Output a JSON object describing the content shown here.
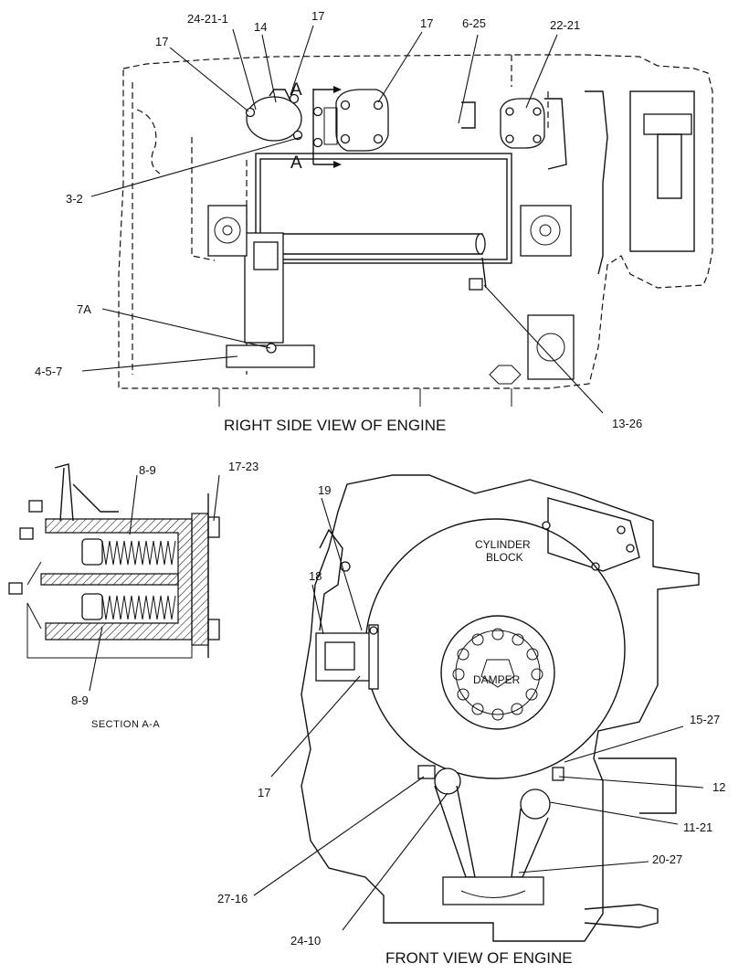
{
  "views": {
    "right_side": {
      "title": "RIGHT SIDE VIEW OF ENGINE"
    },
    "section": {
      "title": "SECTION A-A",
      "marker": "A"
    },
    "front": {
      "title": "FRONT VIEW OF ENGINE",
      "block_label_1": "CYLINDER",
      "block_label_2": "BLOCK",
      "damper_label": "DAMPER"
    }
  },
  "callouts": {
    "c_24_21_1": "24-21-1",
    "c_14": "14",
    "c_17_top_a": "17",
    "c_17_top_b": "17",
    "c_17_top_c": "17",
    "c_6_25": "6-25",
    "c_22_21": "22-21",
    "c_3_2": "3-2",
    "c_7a": "7A",
    "c_4_5_7": "4-5-7",
    "c_13_26": "13-26",
    "c_8_9_top": "8-9",
    "c_17_23": "17-23",
    "c_8_9_bottom": "8-9",
    "c_19": "19",
    "c_18": "18",
    "c_17_front": "17",
    "c_15_27": "15-27",
    "c_12": "12",
    "c_11_21": "11-21",
    "c_20_27": "20-27",
    "c_27_16": "27-16",
    "c_24_10": "24-10"
  }
}
